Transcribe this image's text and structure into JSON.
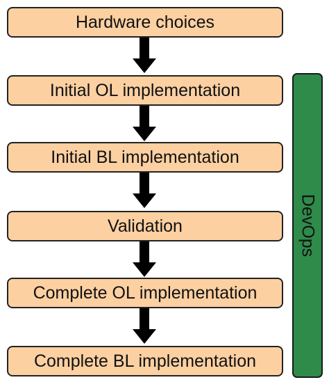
{
  "steps": [
    {
      "label": "Hardware choices"
    },
    {
      "label": "Initial OL implementation"
    },
    {
      "label": "Initial BL implementation"
    },
    {
      "label": "Validation"
    },
    {
      "label": "Complete OL implementation"
    },
    {
      "label": "Complete BL implementation"
    }
  ],
  "side_bar": {
    "label": "DevOps"
  },
  "colors": {
    "box_fill": "#fcd0a1",
    "bar_fill": "#2e8b4a",
    "arrow": "#000000"
  },
  "icons": {
    "flow_arrow": "down-arrow-icon"
  }
}
